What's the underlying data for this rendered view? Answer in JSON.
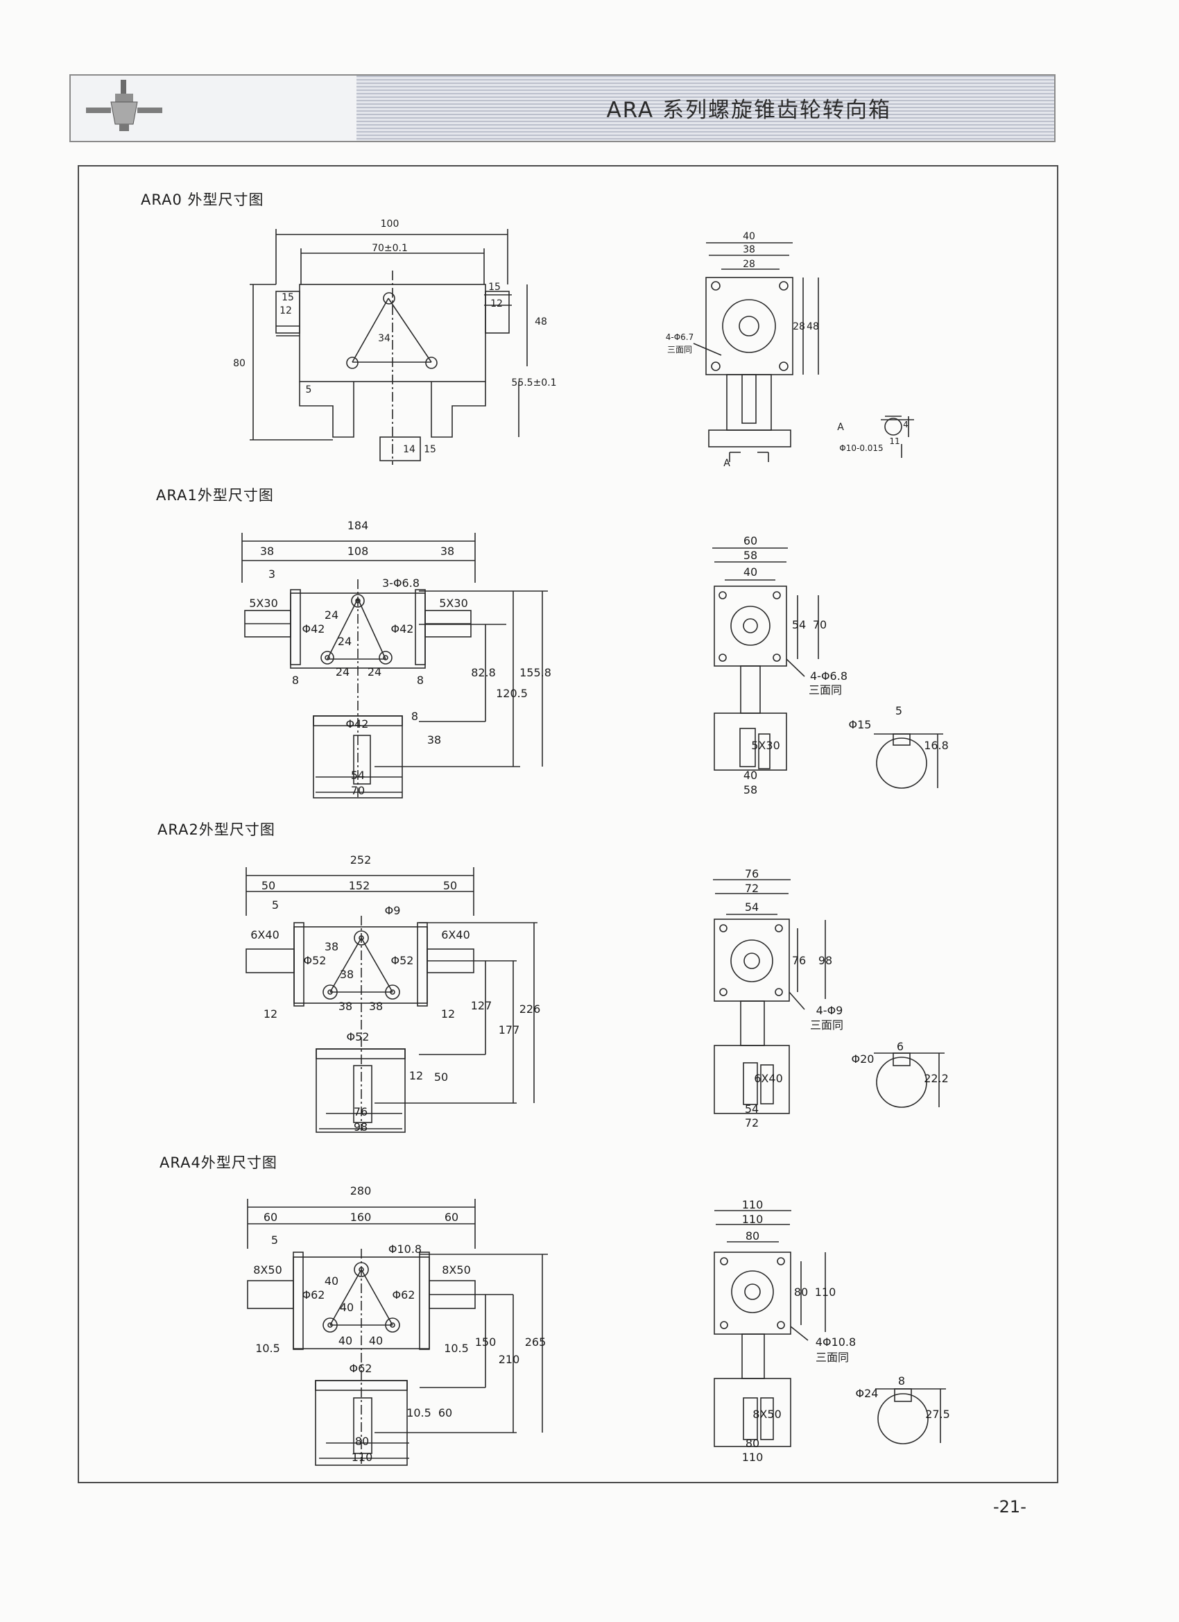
{
  "header": {
    "title": "ARA 系列螺旋锥齿轮转向箱"
  },
  "sections": {
    "ara0": {
      "title": "ARA0 外型尺寸图",
      "dims": {
        "d100": "100",
        "d70": "70±0.1",
        "d15a": "15",
        "d15b": "15",
        "d12a": "12",
        "d12b": "12",
        "d48": "48",
        "d80": "80",
        "d34": "34",
        "d5": "5",
        "d55": "55.5±0.1",
        "d14": "14",
        "d15c": "15",
        "s40": "40",
        "s38": "38",
        "s28": "28",
        "s28b": "28",
        "s48": "48",
        "hole": "4-Φ6.7",
        "same": "三面同",
        "a1": "A",
        "a2": "A",
        "key": "Φ10-0.015",
        "key4": "4",
        "key11": "11"
      }
    },
    "ara1": {
      "title": "ARA1外型尺寸图",
      "dims": {
        "w184": "184",
        "w38a": "38",
        "w108": "108",
        "w38b": "38",
        "w3": "3",
        "hole3": "3-Φ6.8",
        "k5x30a": "5X30",
        "k5x30b": "5X30",
        "phi42a": "Φ42",
        "d24a": "24",
        "phi42b": "Φ42",
        "d24b": "24",
        "d24c": "24",
        "d24d": "24",
        "d8a": "8",
        "d8b": "8",
        "h828": "82.8",
        "h1205": "120.5",
        "h1558": "155.8",
        "phi42c": "Φ42",
        "d8c": "8",
        "d38": "38",
        "b54": "54",
        "b70": "70",
        "s60": "60",
        "s58": "58",
        "s40": "40",
        "s54": "54",
        "s70": "70",
        "shole": "4-Φ6.8",
        "ssame": "三面同",
        "kphi": "Φ15",
        "kw": "5",
        "kh": "16.8",
        "k5x30c": "5X30",
        "s40b": "40",
        "s58b": "58"
      }
    },
    "ara2": {
      "title": "ARA2外型尺寸图",
      "dims": {
        "w252": "252",
        "w50a": "50",
        "w152": "152",
        "w50b": "50",
        "w5": "5",
        "phi9": "Φ9",
        "k6x40a": "6X40",
        "k6x40b": "6X40",
        "phi52a": "Φ52",
        "d38a": "38",
        "phi52b": "Φ52",
        "d38b": "38",
        "d38c": "38",
        "d38d": "38",
        "d12a": "12",
        "d12b": "12",
        "h127": "127",
        "h177": "177",
        "h226": "226",
        "phi52c": "Φ52",
        "d12c": "12",
        "d50": "50",
        "b76": "76",
        "b98": "98",
        "s76": "76",
        "s72": "72",
        "s54": "54",
        "sv76": "76",
        "sv98": "98",
        "shole": "4-Φ9",
        "ssame": "三面同",
        "kphi": "Φ20",
        "kw": "6",
        "kh": "22.2",
        "k6x40c": "6X40",
        "s54b": "54",
        "s72b": "72"
      }
    },
    "ara4": {
      "title": "ARA4外型尺寸图",
      "dims": {
        "w280": "280",
        "w60a": "60",
        "w160": "160",
        "w60b": "60",
        "w5": "5",
        "phi108": "Φ10.8",
        "k8x50a": "8X50",
        "k8x50b": "8X50",
        "phi62a": "Φ62",
        "d40a": "40",
        "phi62b": "Φ62",
        "d40b": "40",
        "d40c": "40",
        "d40d": "40",
        "d105a": "10.5",
        "d105b": "10.5",
        "h150": "150",
        "h210": "210",
        "h265": "265",
        "phi62c": "Φ62",
        "d105c": "10.5",
        "d60": "60",
        "b80": "80",
        "b110": "110",
        "s110a": "110",
        "s110b": "110",
        "s80": "80",
        "sv80": "80",
        "sv110": "110",
        "shole": "4Φ10.8",
        "ssame": "三面同",
        "kphi": "Φ24",
        "kw": "8",
        "kh": "27.5",
        "k8x50c": "8X50",
        "s80b": "80",
        "s110c": "110"
      }
    }
  },
  "footer": {
    "page_number": "-21-"
  }
}
